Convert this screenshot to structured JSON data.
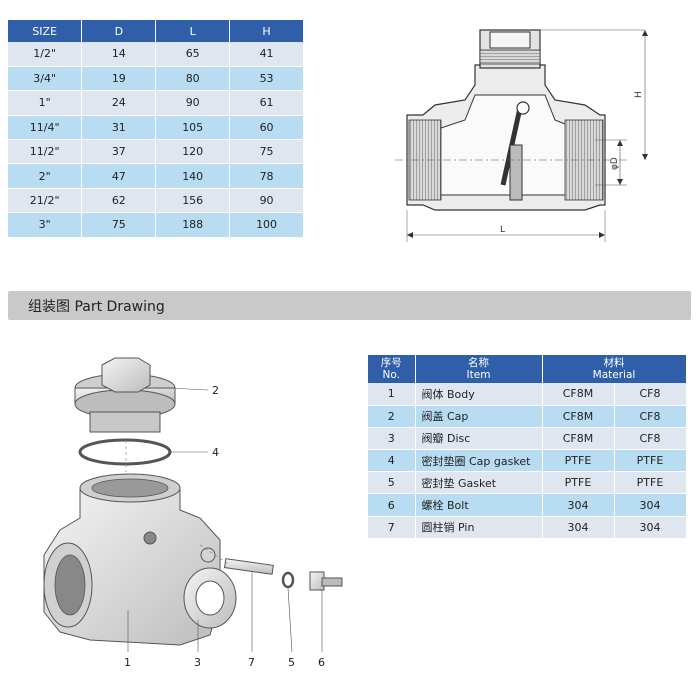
{
  "dimension_table": {
    "headers": [
      "SIZE",
      "D",
      "L",
      "H"
    ],
    "rows": [
      [
        "1/2\"",
        "14",
        "65",
        "41"
      ],
      [
        "3/4\"",
        "19",
        "80",
        "53"
      ],
      [
        "1\"",
        "24",
        "90",
        "61"
      ],
      [
        "11/4\"",
        "31",
        "105",
        "60"
      ],
      [
        "11/2\"",
        "37",
        "120",
        "75"
      ],
      [
        "2\"",
        "47",
        "140",
        "78"
      ],
      [
        "21/2\"",
        "62",
        "156",
        "90"
      ],
      [
        "3\"",
        "75",
        "188",
        "100"
      ]
    ]
  },
  "section_drawing": {
    "label_h": "H",
    "label_d": "φD",
    "label_l": "L"
  },
  "section": {
    "title": "组装图 Part Drawing"
  },
  "callouts": {
    "c1": "1",
    "c2": "2",
    "c3": "3",
    "c4": "4",
    "c5": "5",
    "c6": "6",
    "c7": "7"
  },
  "parts_table": {
    "header_no_cn": "序号",
    "header_no_en": "No.",
    "header_item_cn": "名称",
    "header_item_en": "Item",
    "header_material_cn": "材料",
    "header_material_en": "Material",
    "rows": [
      {
        "no": "1",
        "item": "阀体 Body",
        "m1": "CF8M",
        "m2": "CF8"
      },
      {
        "no": "2",
        "item": "阀盖 Cap",
        "m1": "CF8M",
        "m2": "CF8"
      },
      {
        "no": "3",
        "item": "阀瓣 Disc",
        "m1": "CF8M",
        "m2": "CF8"
      },
      {
        "no": "4",
        "item": "密封垫圈 Cap gasket",
        "m1": "PTFE",
        "m2": "PTFE"
      },
      {
        "no": "5",
        "item": "密封垫 Gasket",
        "m1": "PTFE",
        "m2": "PTFE"
      },
      {
        "no": "6",
        "item": "螺栓 Bolt",
        "m1": "304",
        "m2": "304"
      },
      {
        "no": "7",
        "item": "圆柱销 Pin",
        "m1": "304",
        "m2": "304"
      }
    ]
  },
  "colors": {
    "header_blue": "#2f5fa8",
    "row_light": "#dfe6f0",
    "row_blue": "#b8dcf2",
    "banner_gray": "#c9c9c9"
  }
}
